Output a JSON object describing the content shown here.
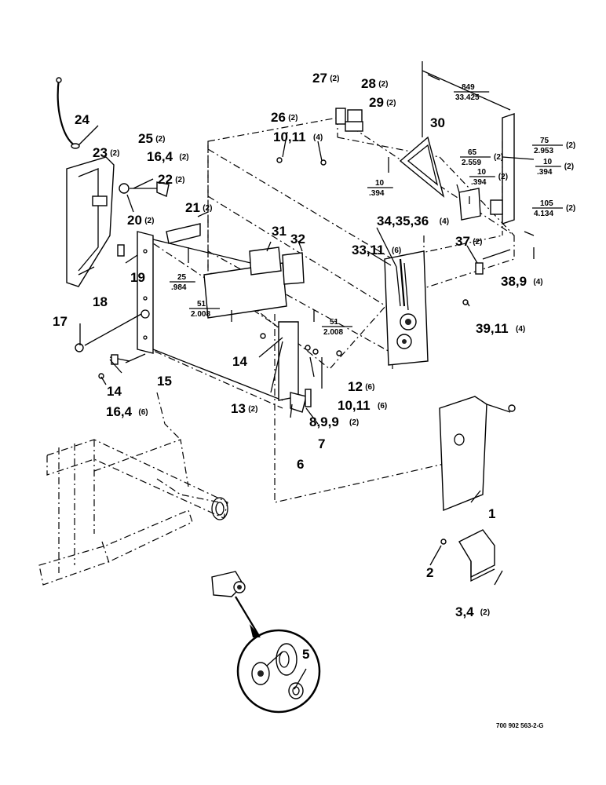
{
  "callouts": [
    {
      "id": "24",
      "text": "24",
      "qty": ""
    },
    {
      "id": "27",
      "text": "27",
      "qty": "(2)"
    },
    {
      "id": "28",
      "text": "28",
      "qty": "(2)"
    },
    {
      "id": "29",
      "text": "29",
      "qty": "(2)"
    },
    {
      "id": "30",
      "text": "30",
      "qty": ""
    },
    {
      "id": "26",
      "text": "26",
      "qty": "(2)"
    },
    {
      "id": "10_11_a",
      "text": "10,11",
      "qty": "(4)"
    },
    {
      "id": "25",
      "text": "25",
      "qty": "(2)"
    },
    {
      "id": "23",
      "text": "23",
      "qty": "(2)"
    },
    {
      "id": "16_4_a",
      "text": "16,4",
      "qty": "(2)"
    },
    {
      "id": "22",
      "text": "22",
      "qty": "(2)"
    },
    {
      "id": "20",
      "text": "20",
      "qty": "(2)"
    },
    {
      "id": "21",
      "text": "21",
      "qty": "(2)"
    },
    {
      "id": "31",
      "text": "31",
      "qty": ""
    },
    {
      "id": "32",
      "text": "32",
      "qty": ""
    },
    {
      "id": "34_35_36",
      "text": "34,35,36",
      "qty": "(4)"
    },
    {
      "id": "37",
      "text": "37",
      "qty": "(2)"
    },
    {
      "id": "33_11",
      "text": "33,11",
      "qty": "(6)"
    },
    {
      "id": "38_9",
      "text": "38,9",
      "qty": "(4)"
    },
    {
      "id": "39_11",
      "text": "39,11",
      "qty": "(4)"
    },
    {
      "id": "19",
      "text": "19",
      "qty": ""
    },
    {
      "id": "18",
      "text": "18",
      "qty": ""
    },
    {
      "id": "17",
      "text": "17",
      "qty": ""
    },
    {
      "id": "14_a",
      "text": "14",
      "qty": ""
    },
    {
      "id": "15",
      "text": "15",
      "qty": ""
    },
    {
      "id": "14_b",
      "text": "14",
      "qty": ""
    },
    {
      "id": "16_4_b",
      "text": "16,4",
      "qty": "(6)"
    },
    {
      "id": "13",
      "text": "13",
      "qty": "(2)"
    },
    {
      "id": "12",
      "text": "12",
      "qty": "(6)"
    },
    {
      "id": "10_11_b",
      "text": "10,11",
      "qty": "(6)"
    },
    {
      "id": "8_9_9",
      "text": "8,9,9",
      "qty": "(2)"
    },
    {
      "id": "7",
      "text": "7",
      "qty": ""
    },
    {
      "id": "6",
      "text": "6",
      "qty": ""
    },
    {
      "id": "1",
      "text": "1",
      "qty": ""
    },
    {
      "id": "2",
      "text": "2",
      "qty": ""
    },
    {
      "id": "3_4",
      "text": "3,4",
      "qty": "(2)"
    },
    {
      "id": "5",
      "text": "5",
      "qty": ""
    }
  ],
  "dimensions": [
    {
      "id": "d849",
      "top": "849",
      "bottom": "33.425",
      "qty": ""
    },
    {
      "id": "d75",
      "top": "75",
      "bottom": "2.953",
      "qty": "(2)"
    },
    {
      "id": "d10a",
      "top": "10",
      "bottom": ".394",
      "qty": "(2)"
    },
    {
      "id": "d65",
      "top": "65",
      "bottom": "2.559",
      "qty": "(2)"
    },
    {
      "id": "d10b",
      "top": "10",
      "bottom": ".394",
      "qty": "(2)"
    },
    {
      "id": "d105",
      "top": "105",
      "bottom": "4.134",
      "qty": "(2)"
    },
    {
      "id": "d10c",
      "top": "10",
      "bottom": ".394",
      "qty": ""
    },
    {
      "id": "d25",
      "top": "25",
      "bottom": ".984",
      "qty": ""
    },
    {
      "id": "d51a",
      "top": "51",
      "bottom": "2.008",
      "qty": ""
    },
    {
      "id": "d51b",
      "top": "51",
      "bottom": "2.008",
      "qty": ""
    }
  ],
  "drawing_ref": "700 902 563-2-G"
}
